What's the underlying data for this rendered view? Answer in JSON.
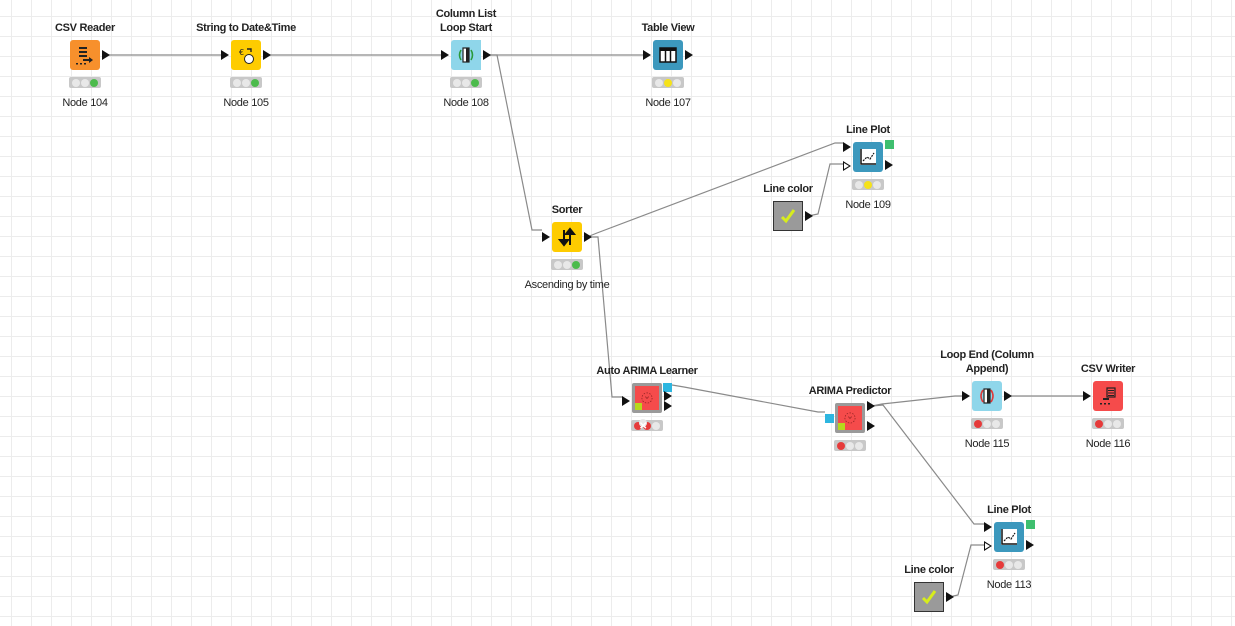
{
  "workflow": {
    "nodes": [
      {
        "id": "csv-reader",
        "title": "CSV Reader",
        "caption": "Node 104",
        "icon": "file-reader-icon",
        "status": [
          "off",
          "off",
          "green"
        ]
      },
      {
        "id": "string-to-datetime",
        "title": "String to Date&Time",
        "caption": "Node 105",
        "icon": "date-convert-icon",
        "status": [
          "off",
          "off",
          "green"
        ]
      },
      {
        "id": "column-list-loop-start",
        "title": "Column List\nLoop Start",
        "caption": "Node 108",
        "icon": "loop-start-icon",
        "status": [
          "off",
          "off",
          "green"
        ]
      },
      {
        "id": "table-view",
        "title": "Table View",
        "caption": "Node 107",
        "icon": "table-icon",
        "status": [
          "off",
          "yellow",
          "off"
        ]
      },
      {
        "id": "line-plot-109",
        "title": "Line Plot",
        "caption": "Node 109",
        "icon": "line-chart-icon",
        "status": [
          "off",
          "yellow",
          "off"
        ]
      },
      {
        "id": "line-color-top",
        "title": "Line color",
        "caption": "",
        "icon": "checkmark-icon",
        "status": []
      },
      {
        "id": "sorter",
        "title": "Sorter",
        "caption": "Ascending by time",
        "icon": "sort-icon",
        "status": [
          "off",
          "off",
          "green"
        ]
      },
      {
        "id": "auto-arima-learner",
        "title": "Auto ARIMA Learner",
        "caption": "",
        "icon": "arima-icon",
        "status": [
          "error",
          "off",
          "off"
        ]
      },
      {
        "id": "arima-predictor",
        "title": "ARIMA Predictor",
        "caption": "",
        "icon": "arima-icon",
        "status": [
          "red",
          "off",
          "off"
        ]
      },
      {
        "id": "loop-end",
        "title": "Loop End (Column\nAppend)",
        "caption": "Node 115",
        "icon": "loop-end-icon",
        "status": [
          "red",
          "off",
          "off"
        ]
      },
      {
        "id": "csv-writer",
        "title": "CSV Writer",
        "caption": "Node 116",
        "icon": "file-writer-icon",
        "status": [
          "red",
          "off",
          "off"
        ]
      },
      {
        "id": "line-plot-113",
        "title": "Line Plot",
        "caption": "Node 113",
        "icon": "line-chart-icon",
        "status": [
          "red",
          "off",
          "off"
        ]
      },
      {
        "id": "line-color-bottom",
        "title": "Line color",
        "caption": "",
        "icon": "checkmark-icon",
        "status": []
      }
    ],
    "colors": {
      "reader": "#f7902c",
      "manipulator": "#fecc00",
      "loop": "#8fd6ea",
      "view": "#3c98bd",
      "writer": "#f54b4b",
      "status_green": "#4cbb4c",
      "status_yellow": "#f5e21a",
      "status_red": "#e63a3a"
    }
  }
}
